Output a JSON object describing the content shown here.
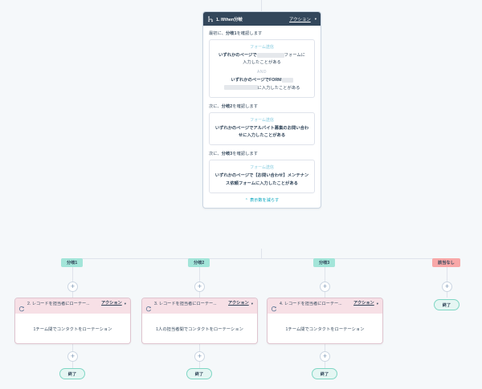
{
  "workflow": {
    "ifthen": {
      "icon": "branch-fork-icon",
      "title": "1. If/then分岐",
      "action_label": "アクション",
      "caret": "▾",
      "steps": [
        {
          "label_prefix": "最初に、",
          "label_branch": "分岐1",
          "label_suffix": "を確認します",
          "cond_type": "フォーム送信",
          "lines": [
            {
              "bold": "いずれかのページで",
              "redact1": 34,
              "tail": "フォームに"
            },
            {
              "plain": "入力したことがある"
            },
            {
              "and": "AND"
            },
            {
              "bold": "いずれかのページでFORM",
              "redact1": 14
            },
            {
              "redact2": 42,
              "plain": "に入力したことがある"
            }
          ]
        },
        {
          "label_prefix": "次に、",
          "label_branch": "分岐2",
          "label_suffix": "を確認します",
          "cond_type": "フォーム送信",
          "text": "いずれかのページでアルバイト募集のお問い合わせに入力したことがある"
        },
        {
          "label_prefix": "次に、",
          "label_branch": "分岐3",
          "label_suffix": "を確認します",
          "cond_type": "フォーム送信",
          "text": "いずれかのページで【お問い合わせ】メンテナンス依頼フォームに入力したことがある"
        }
      ],
      "collapse_chevron": "⌃",
      "collapse_label": "表示数を減らす"
    },
    "branch_labels": [
      {
        "text": "分岐1",
        "style": "teal"
      },
      {
        "text": "分岐2",
        "style": "teal"
      },
      {
        "text": "分岐3",
        "style": "teal"
      },
      {
        "text": "該当なし",
        "style": "pink"
      }
    ],
    "action_cards": [
      {
        "icon": "rotate-record-icon",
        "title": "2. レコードを担当者にローテー...",
        "menu_label": "アクション",
        "caret": "▾",
        "body": "1チーム間でコンタクトをローテーション"
      },
      {
        "icon": "rotate-record-icon",
        "title": "3. レコードを担当者にローテー...",
        "menu_label": "アクション",
        "caret": "▾",
        "body": "1人の担当者間でコンタクトをローテーション"
      },
      {
        "icon": "rotate-record-icon",
        "title": "4. レコードを担当者にローテー...",
        "menu_label": "アクション",
        "caret": "▾",
        "body": "1チーム間でコンタクトをローテーション"
      }
    ],
    "end_nodes": [
      {
        "text": "終了"
      },
      {
        "text": "終了"
      },
      {
        "text": "終了"
      },
      {
        "text": "終了"
      }
    ],
    "plus_label": "+",
    "colors": {
      "header_bg": "#33475b",
      "action_header_bg": "#f7e0e6",
      "branch_teal": "#a3e5d9",
      "branch_pink": "#f8a8a8",
      "end_border": "#7fd6c4",
      "link": "#00a4bd",
      "canvas_bg": "#f5f8fa"
    }
  }
}
